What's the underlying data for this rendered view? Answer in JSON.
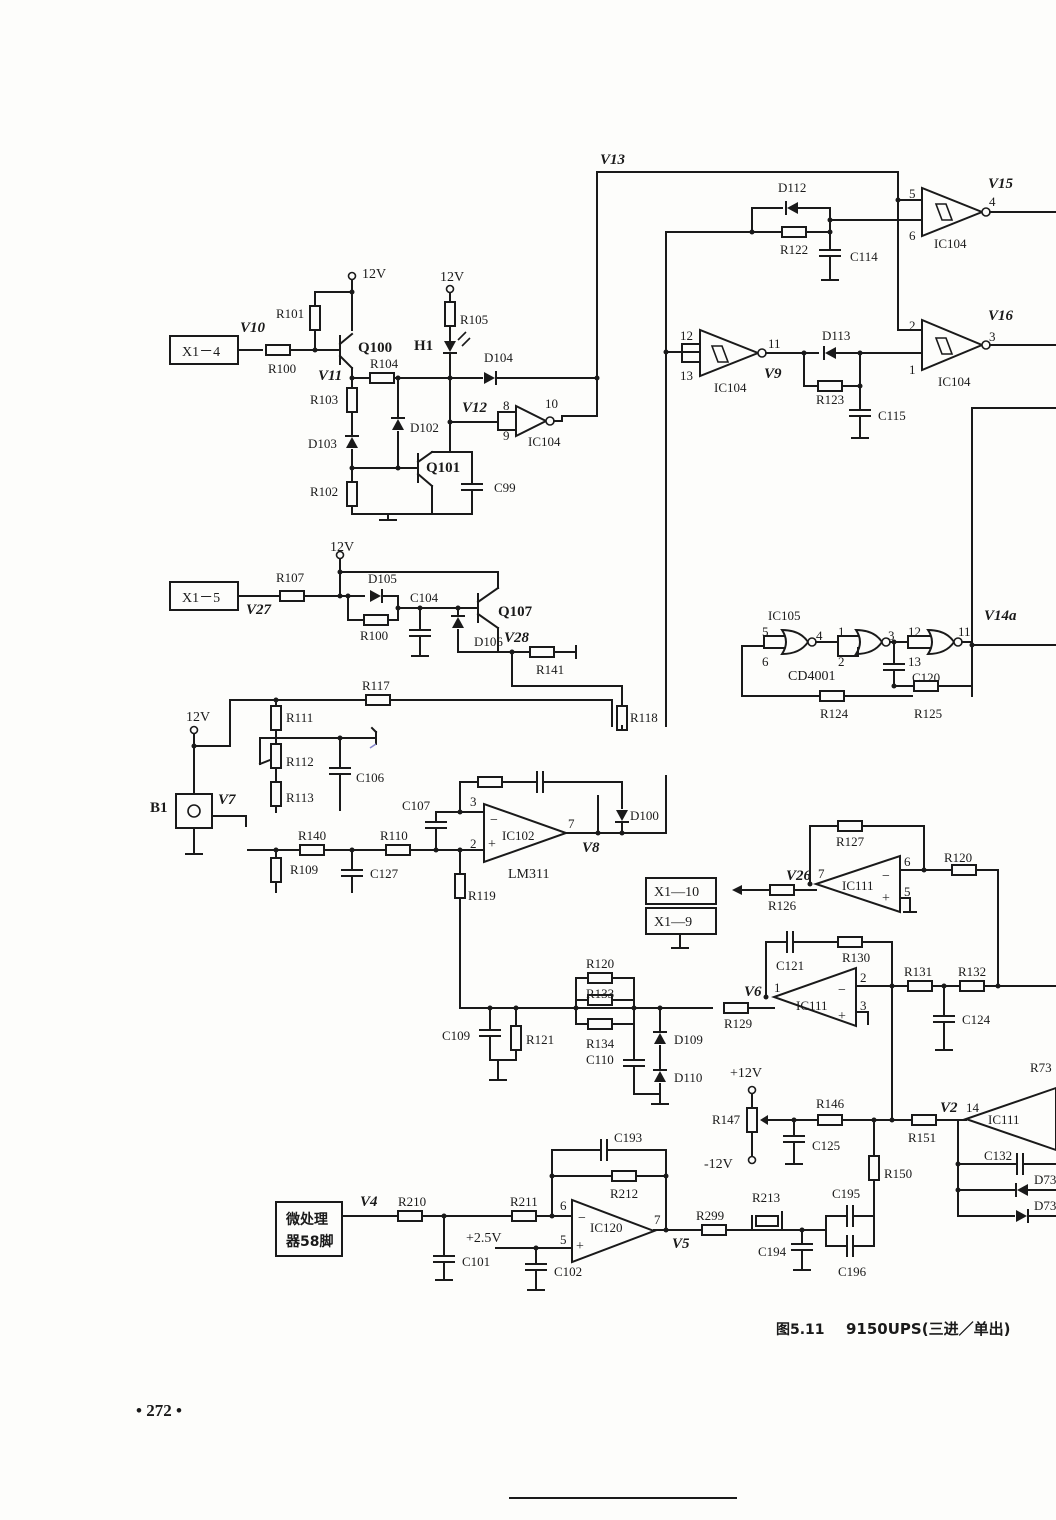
{
  "caption": {
    "figure": "图5.11",
    "title": "9150UPS(三进／单出)"
  },
  "page_number": "• 272 •",
  "connectors": {
    "x1_4": "X1－4",
    "x1_5": "X1－5",
    "x1_10": "X1—10",
    "x1_9": "X1—9",
    "mcu": [
      "微处理",
      "器58脚"
    ],
    "b1": "B1"
  },
  "supplies": {
    "p12v": "12V",
    "p12v_b": "+12V",
    "m12v": "-12V",
    "p2_5v": "+2.5V"
  },
  "components": {
    "r100": "R100",
    "r101": "R101",
    "r102": "R102",
    "r103": "R103",
    "r104": "R104",
    "r105": "R105",
    "r107": "R107",
    "r109": "R109",
    "r110": "R110",
    "r111": "R111",
    "r112": "R112",
    "r113": "R113",
    "r117": "R117",
    "r118": "R118",
    "r119": "R119",
    "r120": "R120",
    "r121": "R121",
    "r122": "R122",
    "r123": "R123",
    "r124": "R124",
    "r125": "R125",
    "r126": "R126",
    "r127": "R127",
    "r129": "R129",
    "r130": "R130",
    "r131": "R131",
    "r132": "R132",
    "r133": "R133",
    "r134": "R134",
    "r140": "R140",
    "r141": "R141",
    "r146": "R146",
    "r147": "R147",
    "r150": "R150",
    "r151": "R151",
    "r210": "R210",
    "r211": "R211",
    "r212": "R212",
    "r213": "R213",
    "r299": "R299",
    "r73": "R73",
    "c99": "C99",
    "c101": "C101",
    "c102": "C102",
    "c104": "C104",
    "c106": "C106",
    "c107": "C107",
    "c109": "C109",
    "c110": "C110",
    "c114": "C114",
    "c115": "C115",
    "c120": "C120",
    "c121": "C121",
    "c124": "C124",
    "c125": "C125",
    "c127": "C127",
    "c132": "C132",
    "c193": "C193",
    "c194": "C194",
    "c195": "C195",
    "c196": "C196",
    "d100": "D100",
    "d102": "D102",
    "d103": "D103",
    "d104": "D104",
    "d105": "D105",
    "d106": "D106",
    "d109": "D109",
    "d110": "D110",
    "d112": "D112",
    "d113": "D113",
    "d73": "D73",
    "q100": "Q100",
    "q101": "Q101",
    "q107": "Q107",
    "h1": "H1",
    "ic104": "IC104",
    "ic105": "IC105",
    "ic102": "IC102",
    "ic111": "IC111",
    "ic120": "IC120",
    "lm311": "LM311",
    "cd4001": "CD4001"
  },
  "nodes": {
    "v2": "V2",
    "v4": "V4",
    "v5": "V5",
    "v6": "V6",
    "v7": "V7",
    "v8": "V8",
    "v9": "V9",
    "v10": "V10",
    "v11": "V11",
    "v12": "V12",
    "v13": "V13",
    "v14a": "V14a",
    "v15": "V15",
    "v16": "V16",
    "v26": "V26",
    "v27": "V27",
    "v28": "V28"
  },
  "pins": {
    "p1": "1",
    "p2": "2",
    "p3": "3",
    "p4": "4",
    "p5": "5",
    "p6": "6",
    "p7": "7",
    "p8": "8",
    "p9": "9",
    "p10": "10",
    "p11": "11",
    "p12": "12",
    "p13": "13",
    "p14": "14"
  }
}
